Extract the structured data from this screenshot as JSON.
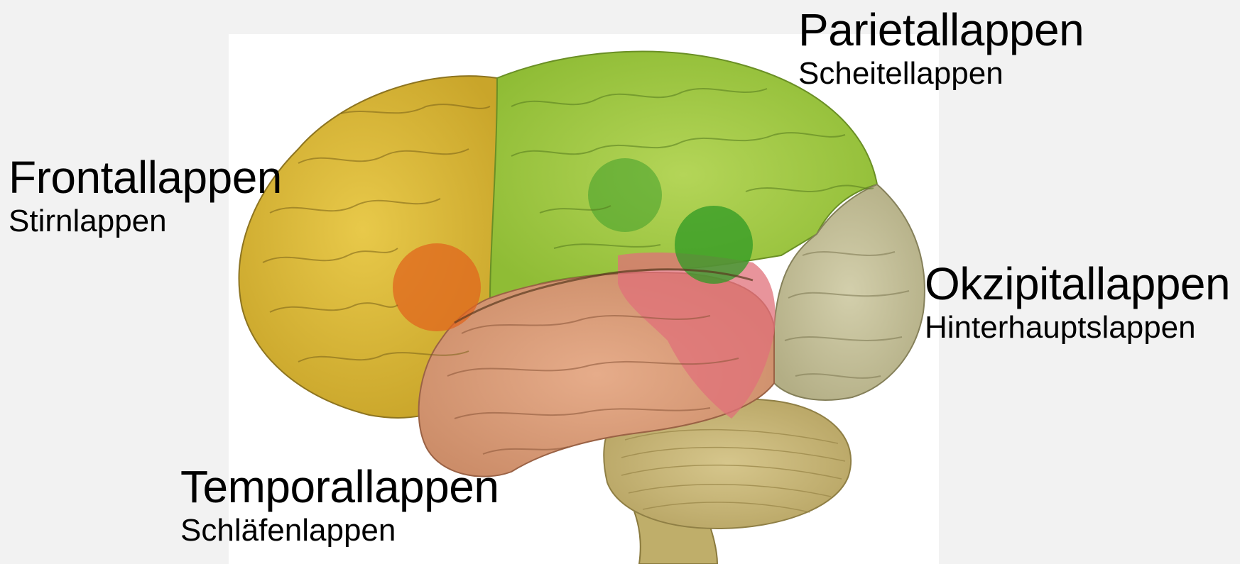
{
  "labels": {
    "parietal": {
      "main": "Parietallappen",
      "sub": "Scheitellappen"
    },
    "frontal": {
      "main": "Frontallappen",
      "sub": "Stirnlappen"
    },
    "occipital": {
      "main": "Okzipitallappen",
      "sub": "Hinterhauptslappen"
    },
    "temporal": {
      "main": "Temporallappen",
      "sub": "Schläfenlappen"
    }
  },
  "colors": {
    "frontal": "#d9b630",
    "parietal": "#a4c944",
    "occipital": "#c7c39a",
    "temporal": "#d99a78",
    "temporal_highlight": "#e0707a",
    "cerebellum": "#c9b67a",
    "brainstem": "#bfae6a",
    "broca_area": "#e0661e",
    "green_spot": "#3f9f2a"
  }
}
